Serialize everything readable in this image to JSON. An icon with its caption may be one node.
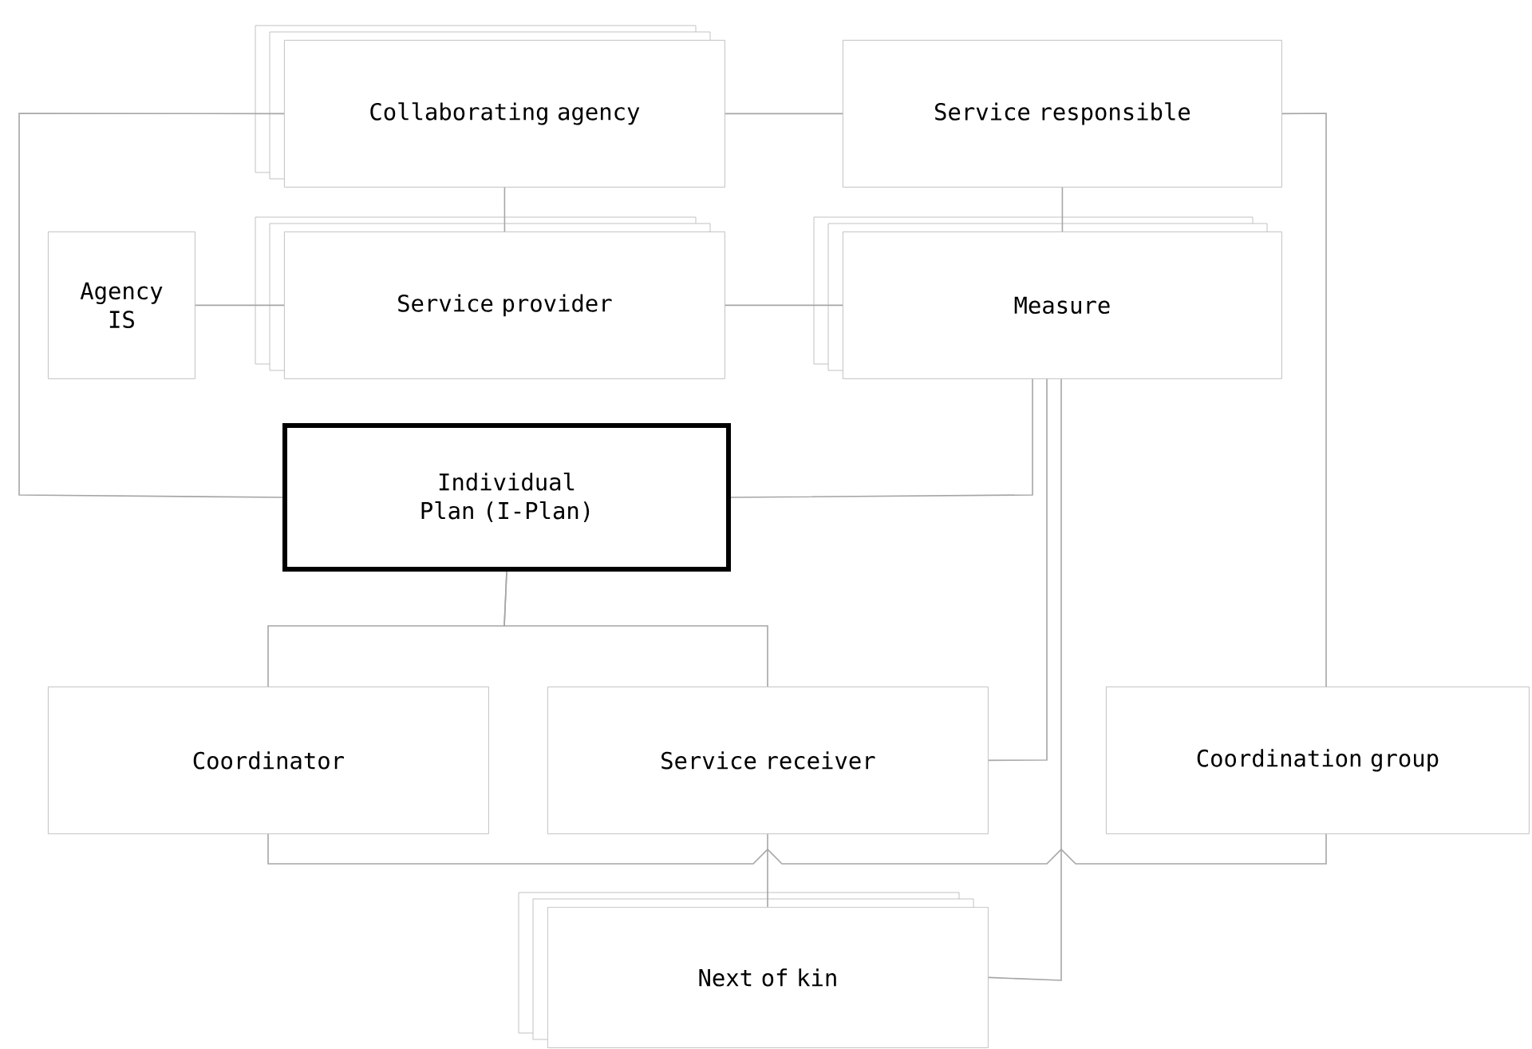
{
  "diagram": {
    "nodes": [
      {
        "text": [
          "Collaborating agency"
        ]
      },
      {
        "text": [
          "Service responsible"
        ]
      },
      {
        "text": [
          "Agency IS"
        ]
      },
      {
        "text": [
          "Service provider"
        ]
      },
      {
        "text": [
          "Measure"
        ]
      },
      {
        "text": [
          "Individual Plan (I-Plan)"
        ]
      },
      {
        "text": [
          "Coordinator"
        ]
      },
      {
        "text": [
          "Service receiver"
        ]
      },
      {
        "text": [
          "Coordination group"
        ]
      },
      {
        "text": [
          "Next of kin"
        ]
      }
    ],
    "edges": [
      {
        "from": 0,
        "to": 1,
        "arrow": "none"
      },
      {
        "from": 0,
        "to": 3,
        "arrow": "none"
      },
      {
        "from": 2,
        "to": 3,
        "arrow": "none"
      },
      {
        "from": 3,
        "to": 4,
        "arrow": "none"
      },
      {
        "from": 1,
        "to": 4,
        "arrow": "none"
      },
      {
        "from": 0,
        "to": 5,
        "arrow": "none"
      },
      {
        "from": 5,
        "to": 4,
        "arrow": "none"
      },
      {
        "from": 5,
        "to": 6,
        "arrow": "none"
      },
      {
        "from": 5,
        "to": 7,
        "arrow": "none"
      },
      {
        "from": 4,
        "to": 7,
        "arrow": "none"
      },
      {
        "from": 6,
        "to": 8,
        "arrow": "none"
      },
      {
        "from": 1,
        "to": 8,
        "arrow": "none"
      },
      {
        "from": 7,
        "to": 9,
        "arrow": "none"
      },
      {
        "from": 4,
        "to": 9,
        "arrow": "none"
      }
    ]
  }
}
